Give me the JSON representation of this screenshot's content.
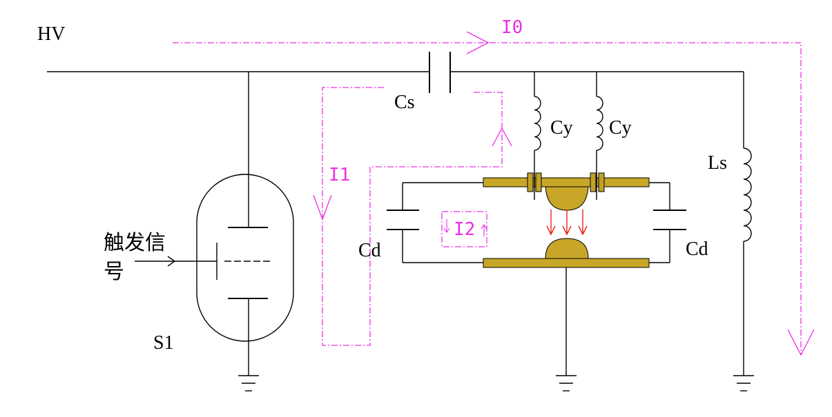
{
  "labels": {
    "hv": "HV",
    "cs": "Cs",
    "cy_left": "Cy",
    "cy_right": "Cy",
    "ls": "Ls",
    "cd_left": "Cd",
    "cd_right": "Cd",
    "s1": "S1",
    "trigger_line1": "触发信",
    "trigger_line2": "号"
  },
  "currents": {
    "i0": "I0",
    "i1": "I1",
    "i2": "I2"
  },
  "colors": {
    "current_path": "#ee2ee6",
    "spark_arrows": "#e8211f",
    "electrode": "#c8a628",
    "wire": "#000000"
  }
}
